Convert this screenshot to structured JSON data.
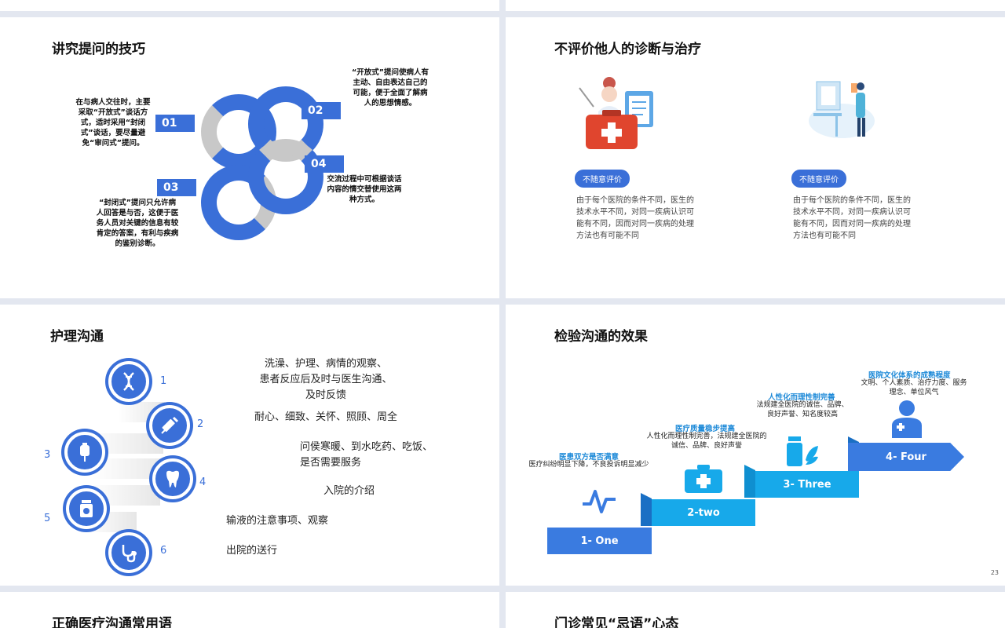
{
  "slide1": {
    "title": "讲究提问的技巧",
    "nums": [
      "01",
      "02",
      "03",
      "04"
    ],
    "text01": "在与病人交往时，主要采取“开放式”谈话方式，适时采用“封闭式”谈话，要尽量避免“审问式”提问。",
    "text02": "“开放式”提问使病人有主动、自由表达自己的可能，便于全面了解病人的思想情感。",
    "text03": "“封闭式”提问只允许病人回答是与否，这便于医务人员对关键的信息有较肯定的答案，有利与疾病的鉴别诊断。",
    "text04": "交流过程中可根据谈话内容的情交替使用这两种方式。"
  },
  "slide2": {
    "title": "不评价他人的诊断与治疗",
    "left": {
      "pill": "不随意评价",
      "body": "由于每个医院的条件不同，医生的技术水平不同，对同一疾病认识可能有不同，因而对同一疾病的处理方法也有可能不同"
    },
    "right": {
      "pill": "不随意评价",
      "body": "由于每个医院的条件不同，医生的技术水平不同，对同一疾病认识可能有不同，因而对同一疾病的处理方法也有可能不同"
    }
  },
  "slide3": {
    "title": "护理沟通",
    "items": [
      {
        "num": "1",
        "text": "洗澡、护理、病情的观察、\n患者反应后及时与医生沟通、\n及时反馈",
        "icon": "dna-icon"
      },
      {
        "num": "2",
        "text": "耐心、细致、关怀、照顾、周全",
        "icon": "syringe-icon"
      },
      {
        "num": "3",
        "text": "问侯寒暖、到水吃药、吃饭、\n是否需要服务",
        "icon": "iv-bag-icon"
      },
      {
        "num": "4",
        "text": "入院的介绍",
        "icon": "tooth-icon"
      },
      {
        "num": "5",
        "text": "输液的注意事项、观察",
        "icon": "pill-bottle-icon"
      },
      {
        "num": "6",
        "text": "出院的送行",
        "icon": "stethoscope-icon"
      }
    ]
  },
  "slide4": {
    "title": "检验沟通的效果",
    "page": "23",
    "steps": [
      {
        "label": "1- One",
        "title": "医患双方是否满意",
        "desc": "医疗纠纷明显下降，不良投诉明显减少"
      },
      {
        "label": "2-two",
        "title": "医疗质量稳步提高",
        "desc": "人性化而理性制完善，法规建全医院的诚信、品牌、良好声誉"
      },
      {
        "label": "3- Three",
        "title": "人性化而理性制完善",
        "desc": "法规建全医院的诚信、品牌、良好声誉、知名度较高"
      },
      {
        "label": "4- Four",
        "title": "医院文化体系的成熟程度",
        "desc": "文明、个人素质、治疗力度、服务理念、单位风气"
      }
    ],
    "colors": {
      "blue": "#3a7be0",
      "cyan": "#17a9ea"
    }
  },
  "slide5": {
    "title": "正确医疗沟通常用语"
  },
  "slide6": {
    "title": "门诊常见“忌语”心态"
  }
}
